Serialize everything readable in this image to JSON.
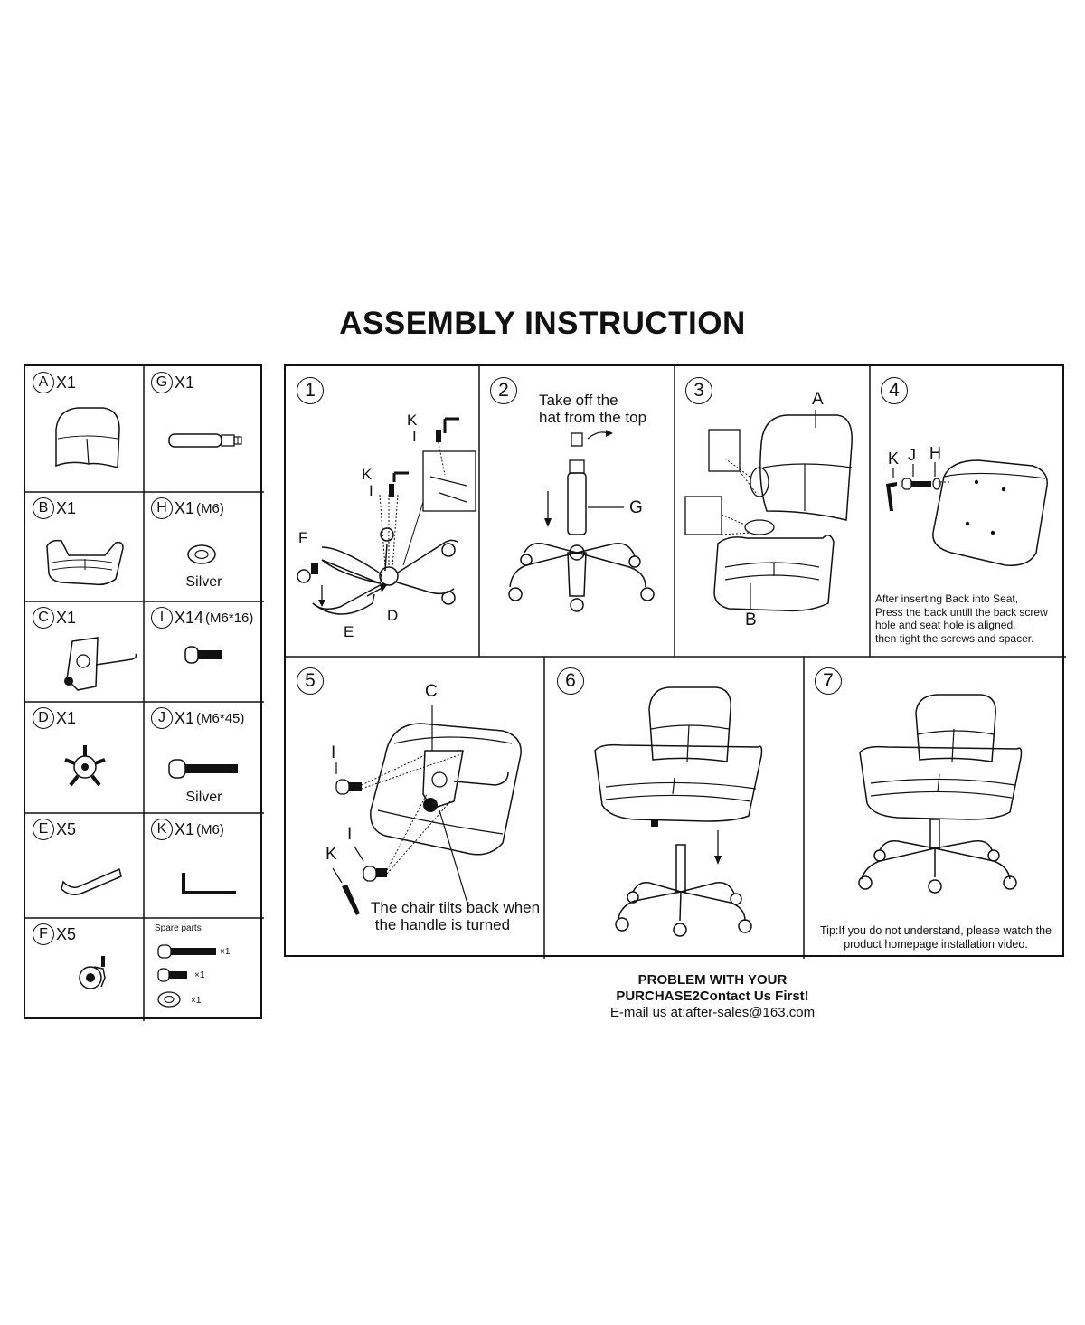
{
  "title": "ASSEMBLY INSTRUCTION",
  "parts": [
    {
      "letter": "A",
      "qty": "X1",
      "spec": ""
    },
    {
      "letter": "G",
      "qty": "X1",
      "spec": ""
    },
    {
      "letter": "B",
      "qty": "X1",
      "spec": ""
    },
    {
      "letter": "H",
      "qty": "X1",
      "spec": "(M6)",
      "note": "Silver"
    },
    {
      "letter": "C",
      "qty": "X1",
      "spec": ""
    },
    {
      "letter": "I",
      "qty": "X14",
      "spec": "(M6*16)"
    },
    {
      "letter": "D",
      "qty": "X1",
      "spec": ""
    },
    {
      "letter": "J",
      "qty": "X1",
      "spec": "(M6*45)",
      "note": "Silver"
    },
    {
      "letter": "E",
      "qty": "X5",
      "spec": ""
    },
    {
      "letter": "K",
      "qty": "X1",
      "spec": "(M6)"
    },
    {
      "letter": "F",
      "qty": "X5",
      "spec": ""
    }
  ],
  "spare": {
    "label": "Spare parts",
    "counts": [
      "×1",
      "×1",
      "×1"
    ]
  },
  "steps": {
    "s1": {
      "num": "1",
      "labels": {
        "k1": "K",
        "i1": "I",
        "k2": "K",
        "i2": "I",
        "f": "F",
        "d": "D",
        "e": "E"
      }
    },
    "s2": {
      "num": "2",
      "text1": "Take off the",
      "text2": "hat from the top",
      "g": "G"
    },
    "s3": {
      "num": "3",
      "a": "A",
      "b": "B"
    },
    "s4": {
      "num": "4",
      "k": "K",
      "j": "J",
      "h": "H",
      "text": [
        "After inserting Back into Seat,",
        "Press the back untill the back screw",
        "hole and seat hole is aligned,",
        "then tight the screws and spacer."
      ]
    },
    "s5": {
      "num": "5",
      "c": "C",
      "i1": "I",
      "i2": "I",
      "k": "K",
      "text1": "The chair tilts back when",
      "text2": "the handle is turned"
    },
    "s6": {
      "num": "6"
    },
    "s7": {
      "num": "7",
      "tip1": "Tip:If you do not understand, please watch the",
      "tip2": "product homepage installation video."
    }
  },
  "footer": {
    "line1": "PROBLEM WITH YOUR",
    "line2": "PURCHASE2Contact Us First!",
    "line3": "E-mail us at:after-sales@163.com"
  }
}
